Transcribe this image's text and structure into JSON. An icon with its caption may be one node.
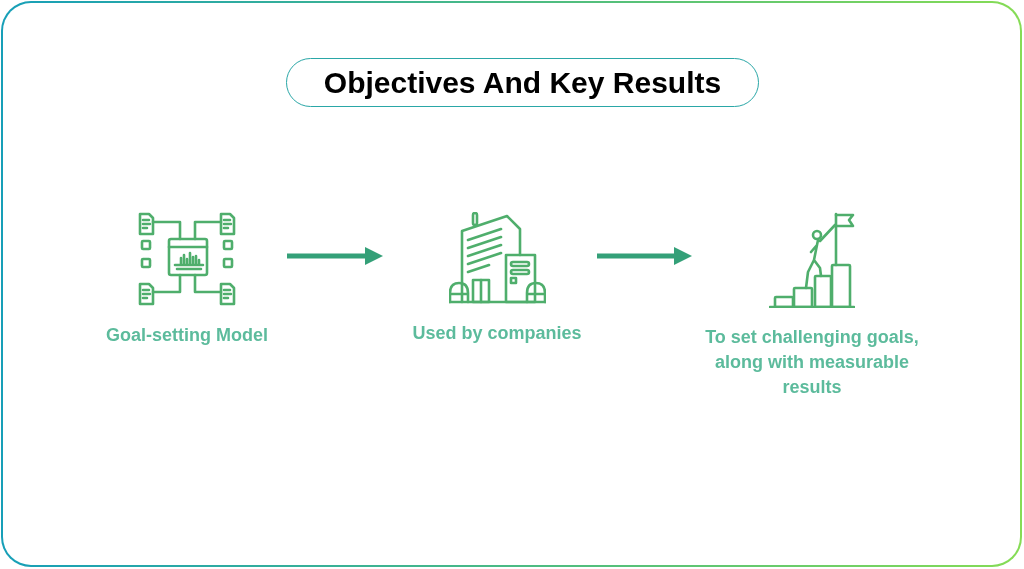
{
  "diagram": {
    "title": "Objectives And Key Results",
    "nodes": [
      {
        "text": [
          "Goal-setting Model"
        ]
      },
      {
        "text": [
          "Used by companies"
        ]
      },
      {
        "text": [
          "To set challenging goals, along with measurable results"
        ]
      }
    ],
    "edges": [
      {
        "from": 0,
        "to": 1,
        "arrow": "to"
      },
      {
        "from": 1,
        "to": 2,
        "arrow": "to"
      }
    ]
  }
}
